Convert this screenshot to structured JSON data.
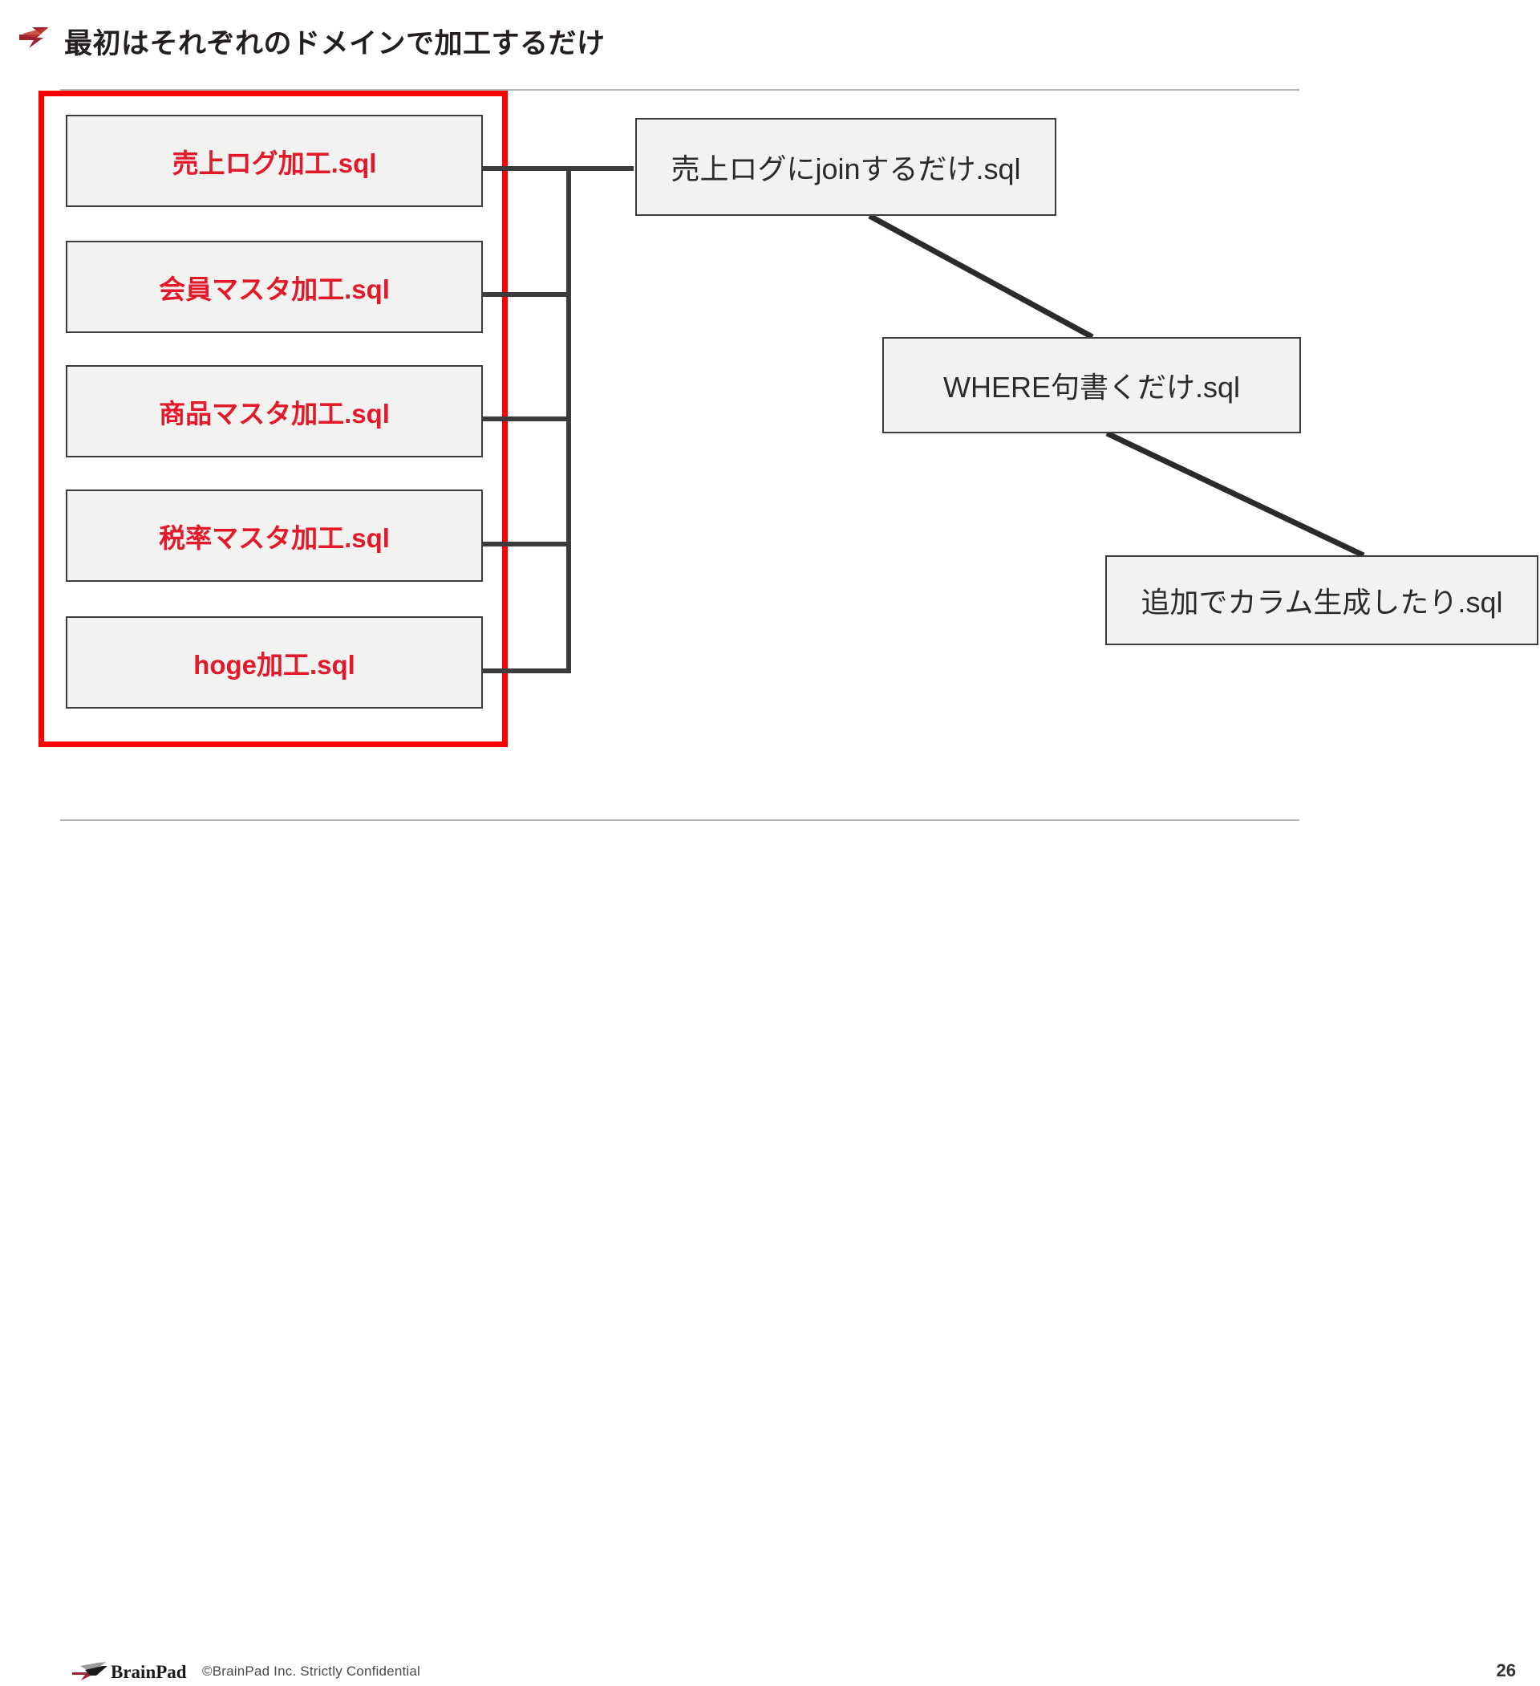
{
  "slide": {
    "title": "最初はそれぞれのドメインで加工するだけ",
    "page_number": "26",
    "accent_red": "#ff0000",
    "domain_text_red": "#e3192a",
    "box_fill": "#f2f2f0",
    "box_border": "#3c3c3c",
    "rule_color": "#b3b3b3"
  },
  "header": {
    "mark_icon": "brainpad-chevron-icon"
  },
  "diagram": {
    "highlight_frame_label": "domain-processing-group",
    "domain_boxes": [
      {
        "id": "uriage",
        "label": "売上ログ加工.sql"
      },
      {
        "id": "kaiin",
        "label": "会員マスタ加工.sql"
      },
      {
        "id": "shohin",
        "label": "商品マスタ加工.sql"
      },
      {
        "id": "zeiritsu",
        "label": "税率マスタ加工.sql"
      },
      {
        "id": "hoge",
        "label": "hoge加工.sql"
      }
    ],
    "stage_boxes": [
      {
        "id": "join",
        "label": "売上ログにjoinするだけ.sql"
      },
      {
        "id": "where",
        "label": "WHERE句書くだけ.sql"
      },
      {
        "id": "column",
        "label": "追加でカラム生成したり.sql"
      }
    ]
  },
  "footer": {
    "logo_text": "BrainPad",
    "copyright": "©BrainPad Inc.  Strictly Confidential"
  }
}
